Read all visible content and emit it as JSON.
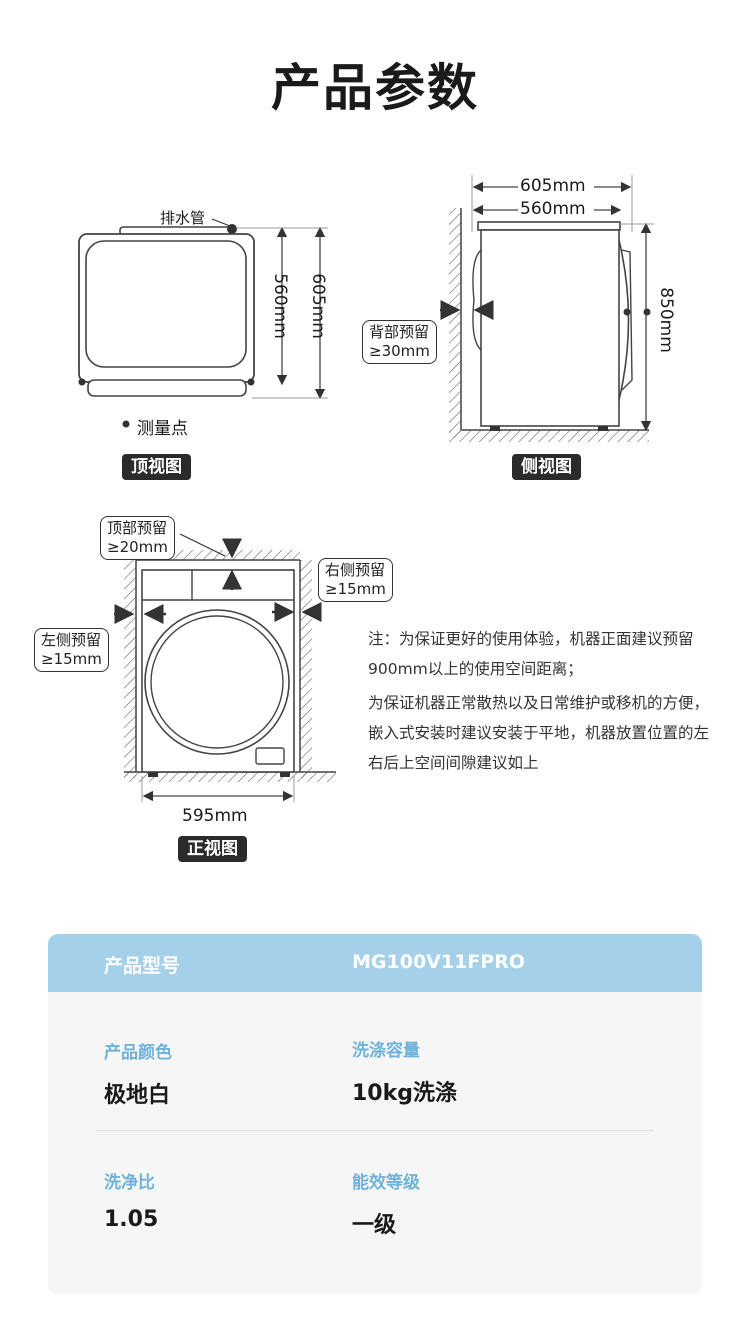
{
  "page_title": "产品参数",
  "top_view": {
    "drain_label": "排水管",
    "dim_inner": "560mm",
    "dim_outer": "605mm",
    "measure_point": "测量点",
    "tag": "顶视图"
  },
  "side_view": {
    "dim_top_outer": "605mm",
    "dim_top_inner": "560mm",
    "dim_height": "850mm",
    "back_clearance_l1": "背部预留",
    "back_clearance_l2": "≥30mm",
    "tag": "侧视图"
  },
  "front_view": {
    "top_clearance_l1": "顶部预留",
    "top_clearance_l2": "≥20mm",
    "right_clearance_l1": "右侧预留",
    "right_clearance_l2": "≥15mm",
    "left_clearance_l1": "左侧预留",
    "left_clearance_l2": "≥15mm",
    "width": "595mm",
    "tag": "正视图"
  },
  "notes": {
    "note1": "注：为保证更好的使用体验，机器正面建议预留900mm以上的使用空间距离；",
    "note2": "为保证机器正常散热以及日常维护或移机的方便，嵌入式安装时建议安装于平地，机器放置位置的左右后上空间间隙建议如上"
  },
  "specs": {
    "model_label": "产品型号",
    "model_value": "MG100V11FPRO",
    "color_label": "产品颜色",
    "color_value": "极地白",
    "capacity_label": "洗涤容量",
    "capacity_value": "10kg洗涤",
    "ratio_label": "洗净比",
    "ratio_value": "1.05",
    "energy_label": "能效等级",
    "energy_value": "一级"
  },
  "colors": {
    "header_blue": "#a4d0ea",
    "label_blue": "#6fb2da",
    "card_bg": "#f6f6f6"
  }
}
